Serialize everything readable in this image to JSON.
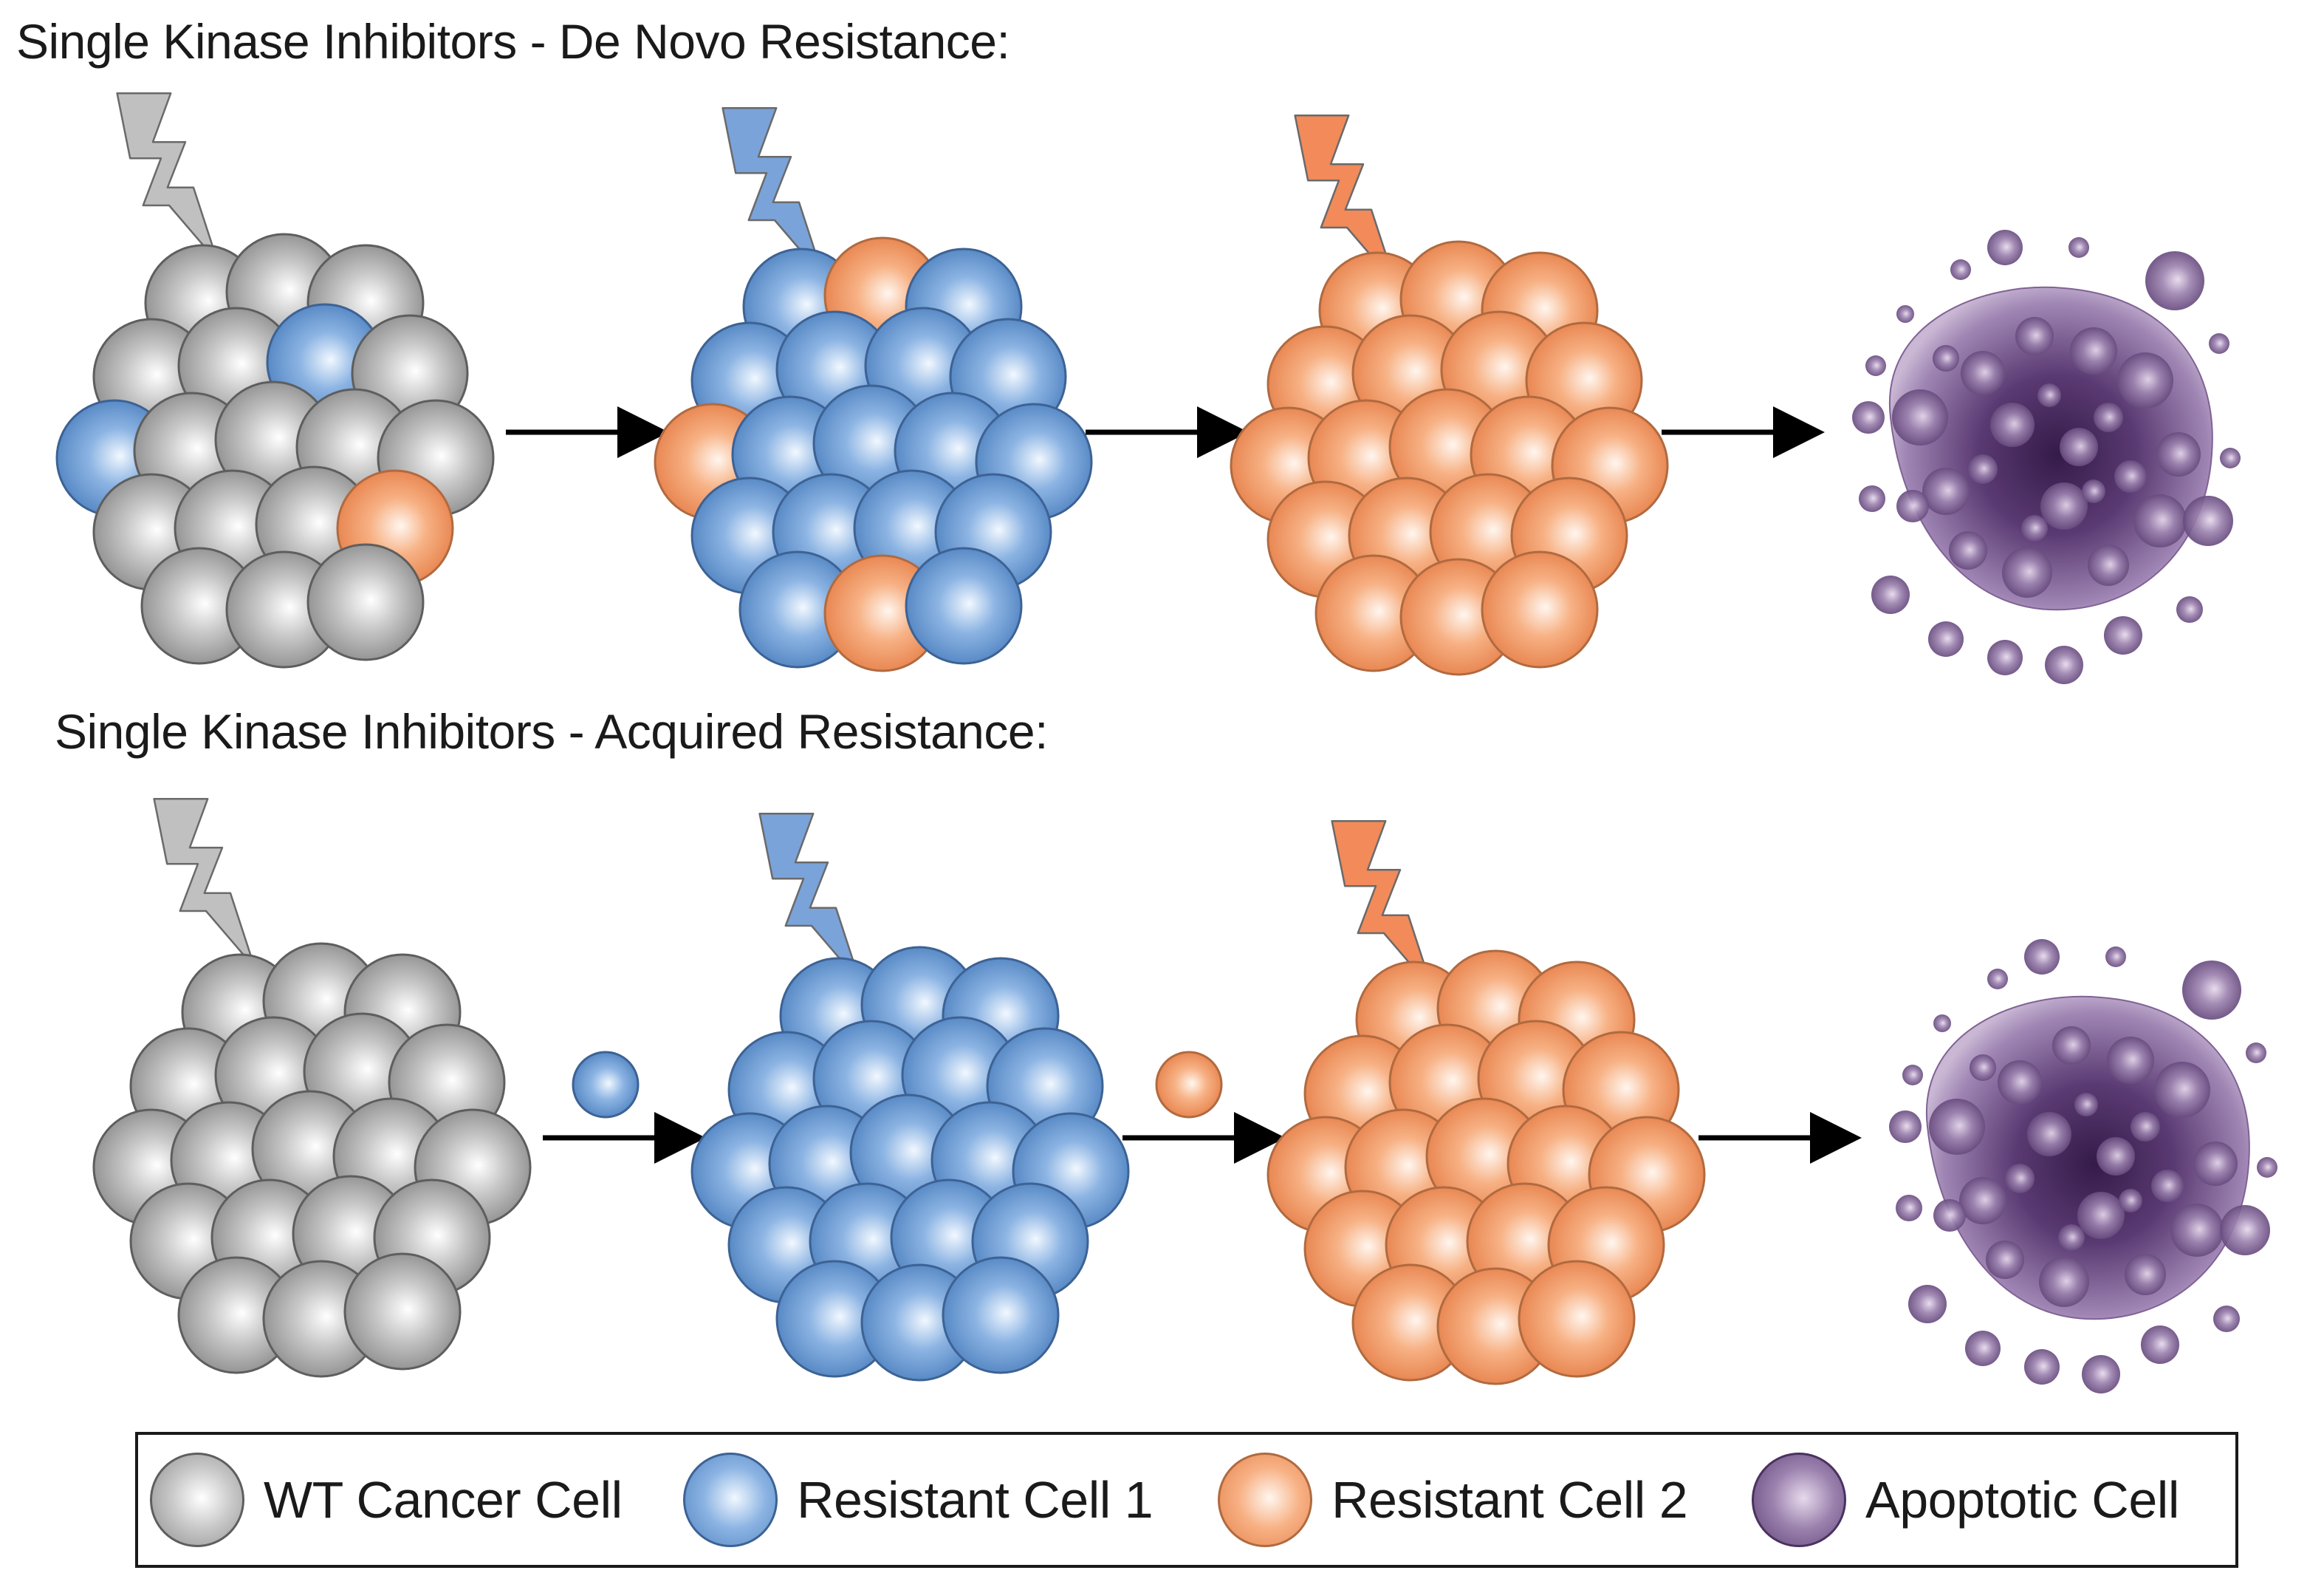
{
  "titles": {
    "row1": "Single Kinase Inhibitors - De Novo Resistance:",
    "row2": "Single Kinase Inhibitors - Acquired Resistance:"
  },
  "legend": {
    "items": [
      {
        "key": "wt",
        "label": "WT Cancer Cell"
      },
      {
        "key": "r1",
        "label": "Resistant Cell 1"
      },
      {
        "key": "r2",
        "label": "Resistant Cell 2"
      },
      {
        "key": "ap",
        "label": "Apoptotic Cell"
      }
    ]
  },
  "colors": {
    "wt": {
      "light": "#ffffff",
      "mid": "#c8c8c8",
      "dark": "#8c8c8c",
      "stroke": "#5e5e5e"
    },
    "r1": {
      "light": "#f2f8ff",
      "mid": "#8cb4e3",
      "dark": "#4f82c0",
      "stroke": "#3d6294"
    },
    "r2": {
      "light": "#fff6ef",
      "mid": "#f7b184",
      "dark": "#e6804a",
      "stroke": "#b06a40"
    },
    "ap": {
      "light": "#e7d9ec",
      "mid": "#9b82ae",
      "dark": "#5e4176",
      "stroke": "#4a3260"
    },
    "arrow": "#000000",
    "bolt_gray": "#c0c0c0",
    "bolt_blue": "#7aa3d9",
    "bolt_orange": "#f28a5a"
  },
  "diagram": {
    "rows": [
      {
        "mode": "de-novo",
        "stages": [
          {
            "drug": "gray",
            "population": "mixed-wt"
          },
          {
            "drug": "blue",
            "population": "mixed-r1"
          },
          {
            "drug": "orange",
            "population": "r2"
          },
          {
            "drug": null,
            "population": "apoptotic"
          }
        ]
      },
      {
        "mode": "acquired",
        "stages": [
          {
            "drug": "gray",
            "population": "wt"
          },
          {
            "drug": "blue",
            "population": "r1",
            "emerging_clone": "r1"
          },
          {
            "drug": "orange",
            "population": "r2",
            "emerging_clone": "r2"
          },
          {
            "drug": null,
            "population": "apoptotic"
          }
        ]
      }
    ]
  }
}
